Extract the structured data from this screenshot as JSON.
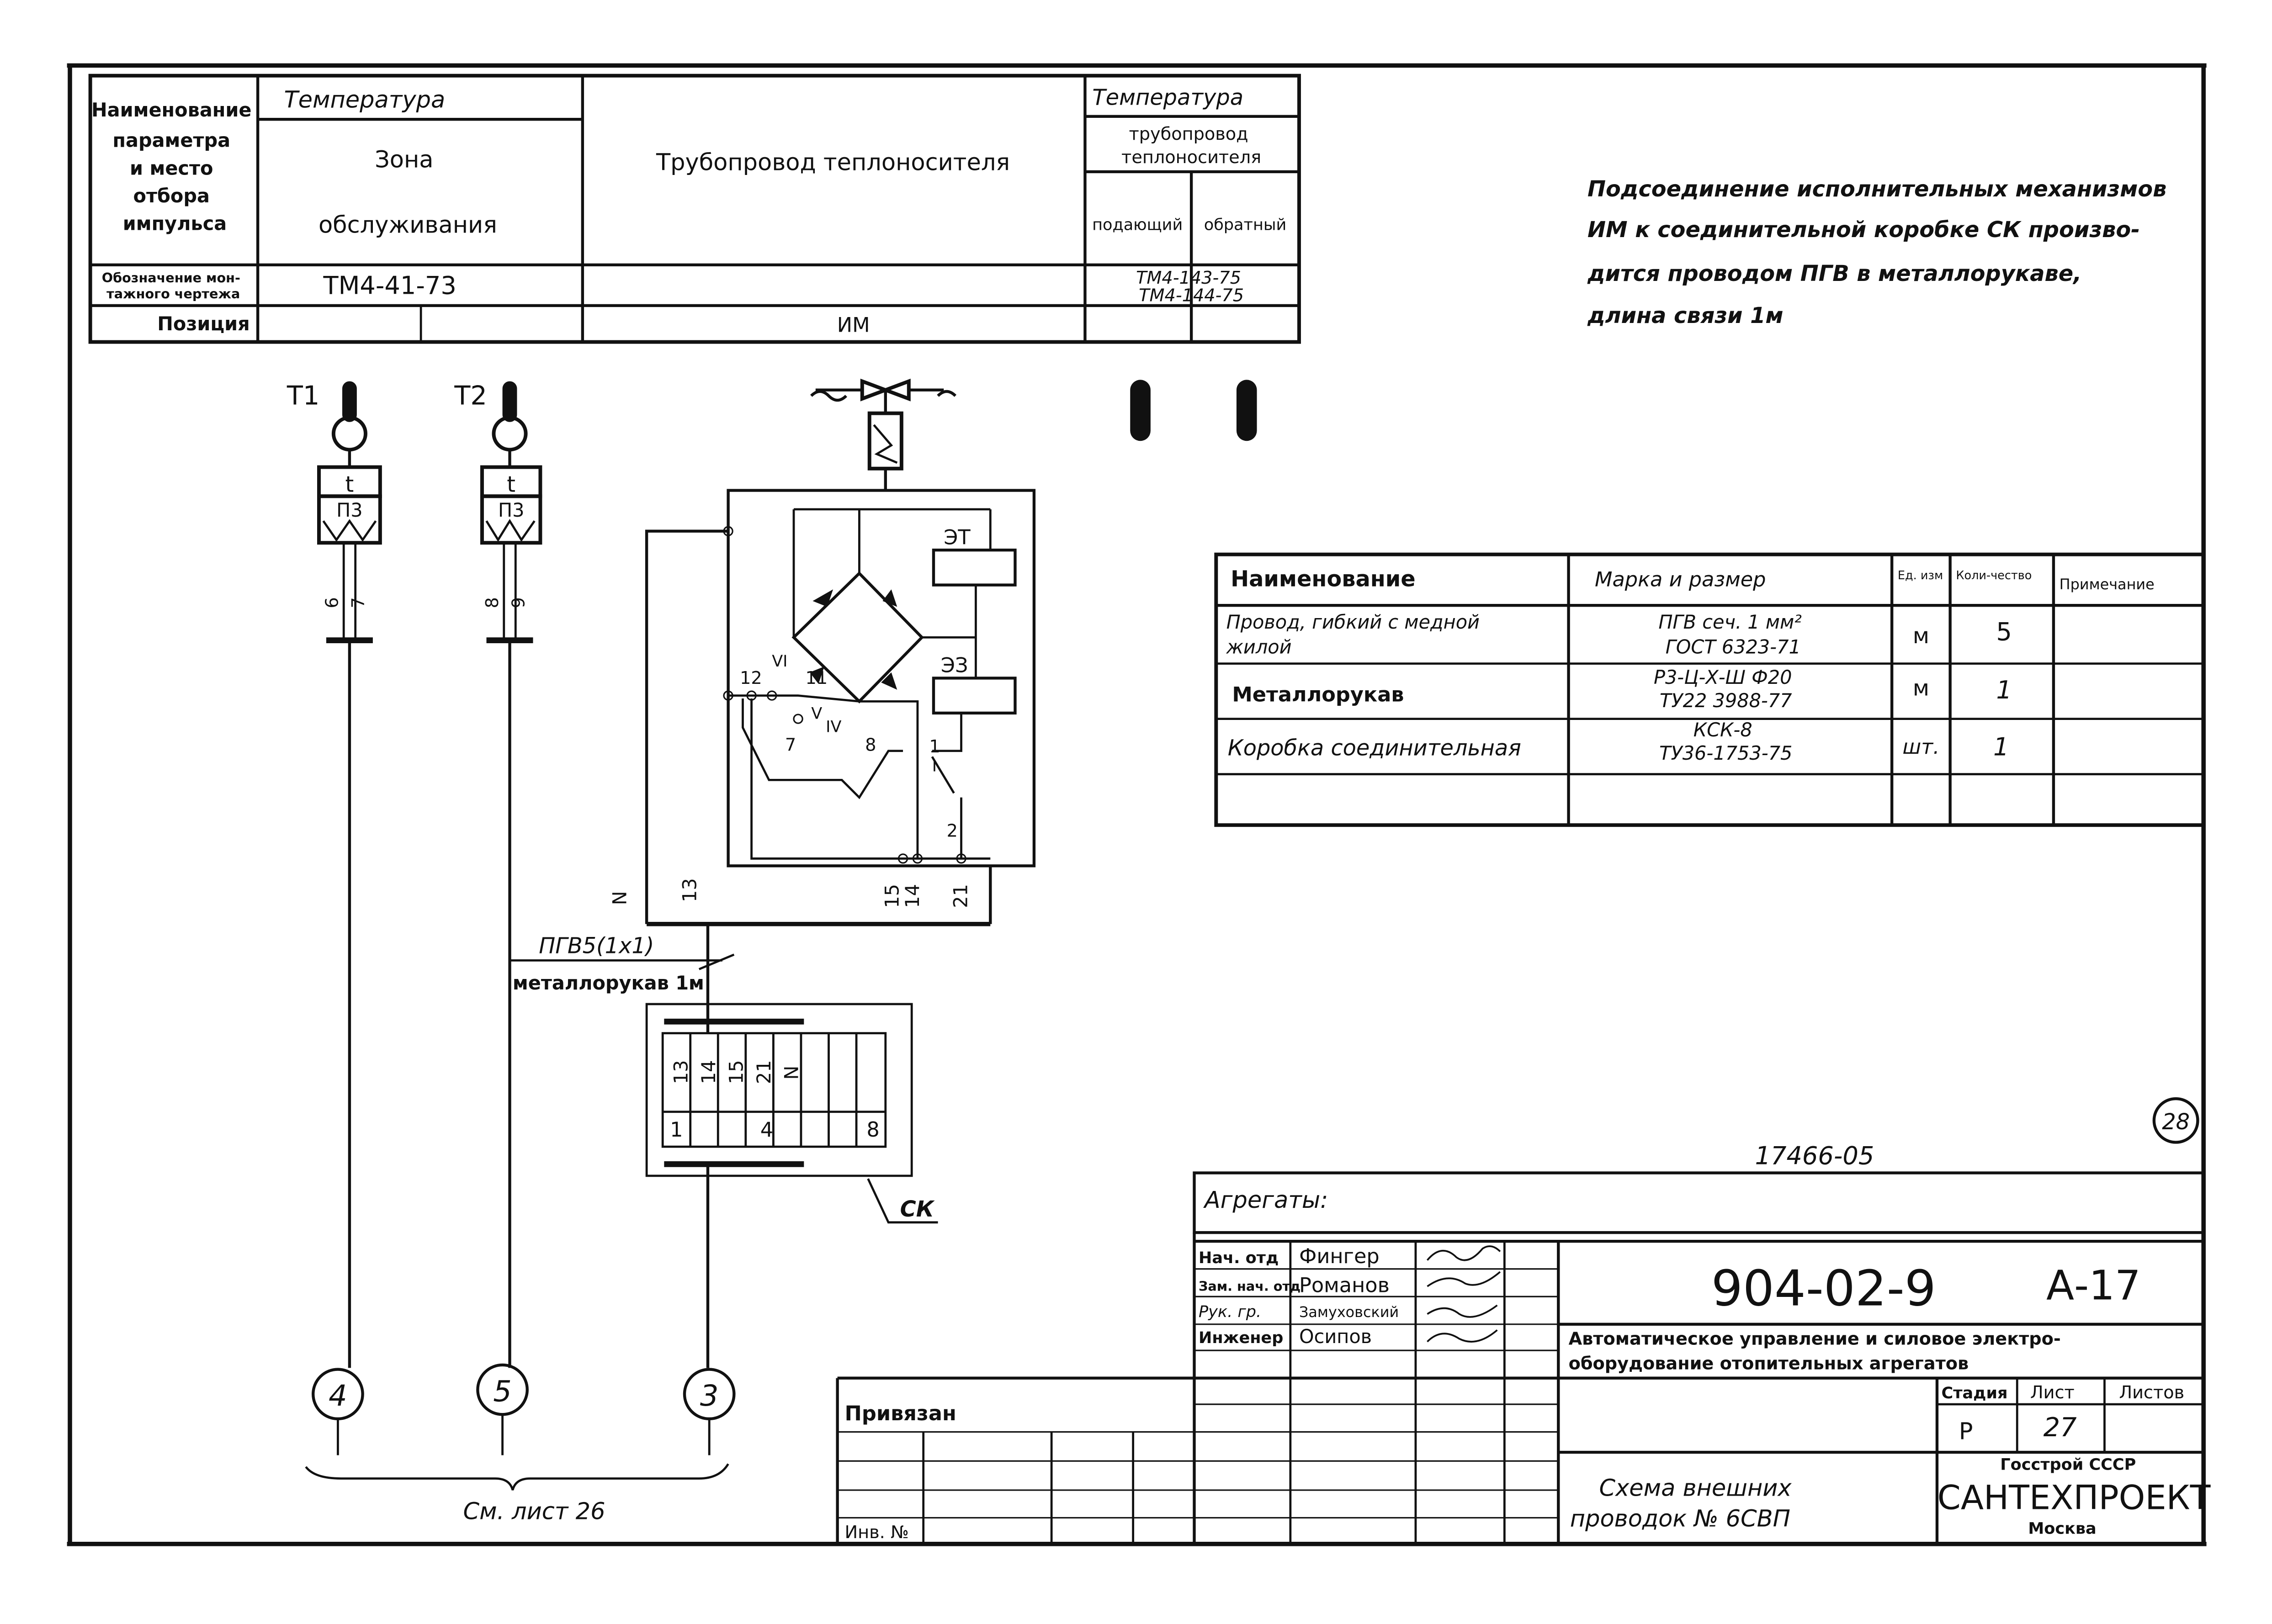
{
  "param_table": {
    "row_header": [
      "Наименование",
      "параметра",
      "и место",
      "отбора",
      "импульса"
    ],
    "obozn_header": [
      "Обозначение мон-",
      "тажного чертежа"
    ],
    "position_header": "Позиция",
    "temp1_title": "Температура",
    "temp1_zone": [
      "Зона",
      "обслуживания"
    ],
    "temp1_drawing": "ТМ4-41-73",
    "pipeline_title": "Трубопровод теплоносителя",
    "pipeline_position": "ИМ",
    "temp2_title": "Температура",
    "temp2_sub": [
      "трубопровод",
      "теплоносителя"
    ],
    "temp2_supply": "подающий",
    "temp2_return": "обратный",
    "temp2_drawing": [
      "ТМ4-143-75",
      "ТМ4-144-75"
    ]
  },
  "note": [
    "Подсоединение исполнительных механизмов",
    "ИМ к соединительной коробке СК произво-",
    "дится проводом ПГВ в металлорукаве,",
    "длина связи 1м"
  ],
  "diagram": {
    "sensor_labels": [
      "Т1",
      "Т2"
    ],
    "sensor_symbol": "t",
    "sensor_box": "П3",
    "wire_pairs": [
      [
        "6",
        "7"
      ],
      [
        "8",
        "9"
      ]
    ],
    "relay_labels": [
      "ЭТ",
      "ЭЗ"
    ],
    "terminals": [
      "12",
      "VI",
      "11",
      "V",
      "IV",
      "7",
      "8",
      "I",
      "1",
      "2"
    ],
    "bus_wires": [
      "N",
      "13",
      "15",
      "14",
      "21"
    ],
    "cable_label": "ПГВ5(1х1)",
    "sleeve_label": "металлорукав 1м",
    "box_terms_top": [
      "13",
      "14",
      "15",
      "21",
      "N"
    ],
    "box_terms_bottom": [
      "1",
      "4",
      "8"
    ],
    "box_label": "СК",
    "circles": [
      "4",
      "5",
      "3"
    ],
    "see_sheet": "См. лист 26"
  },
  "spec_table": {
    "headers": [
      "Наименование",
      "Марка и размер",
      "Ед. изм",
      "Коли-чество",
      "Примечание"
    ],
    "rows": [
      {
        "name": [
          "Провод, гибкий с медной",
          "жилой"
        ],
        "mark": [
          "ПГВ сеч. 1 мм²",
          "ГОСТ 6323-71"
        ],
        "unit": "м",
        "qty": "5",
        "note": ""
      },
      {
        "name": [
          "Металлорукав"
        ],
        "mark": [
          "Р3-Ц-Х-Ш Ф20",
          "ТУ22 3988-77"
        ],
        "unit": "м",
        "qty": "1",
        "note": ""
      },
      {
        "name": [
          "Коробка соединительная"
        ],
        "mark": [
          "КСК-8",
          "ТУ36-1753-75"
        ],
        "unit": "шт.",
        "qty": "1",
        "note": ""
      }
    ]
  },
  "stamp": {
    "sheet_circle": "28",
    "archive_number": "17466-05",
    "aggregates_label": "Агрегаты:",
    "signatures": [
      {
        "role": "Нач. отд",
        "name": "Фингер"
      },
      {
        "role": "Зам. нач. отд",
        "name": "Романов"
      },
      {
        "role": "Рук. гр.",
        "name": "Замуховский"
      },
      {
        "role": "Инженер",
        "name": "Осипов"
      }
    ],
    "privyazan": "Привязан",
    "inv_no": "Инв. №",
    "project_code": "904-02-9",
    "album": "А-17",
    "project_title": [
      "Автоматическое управление и силовое электро-",
      "оборудование отопительных агрегатов"
    ],
    "stage_header": "Стадия",
    "sheet_header": "Лист",
    "sheets_header": "Листов",
    "stage": "Р",
    "sheet": "27",
    "sheets": "",
    "drawing_title": [
      "Схема внешних",
      "проводок № 6СВП"
    ],
    "org_top": "Госстрой СССР",
    "org": "САНТЕХПРОЕКТ",
    "city": "Москва"
  }
}
